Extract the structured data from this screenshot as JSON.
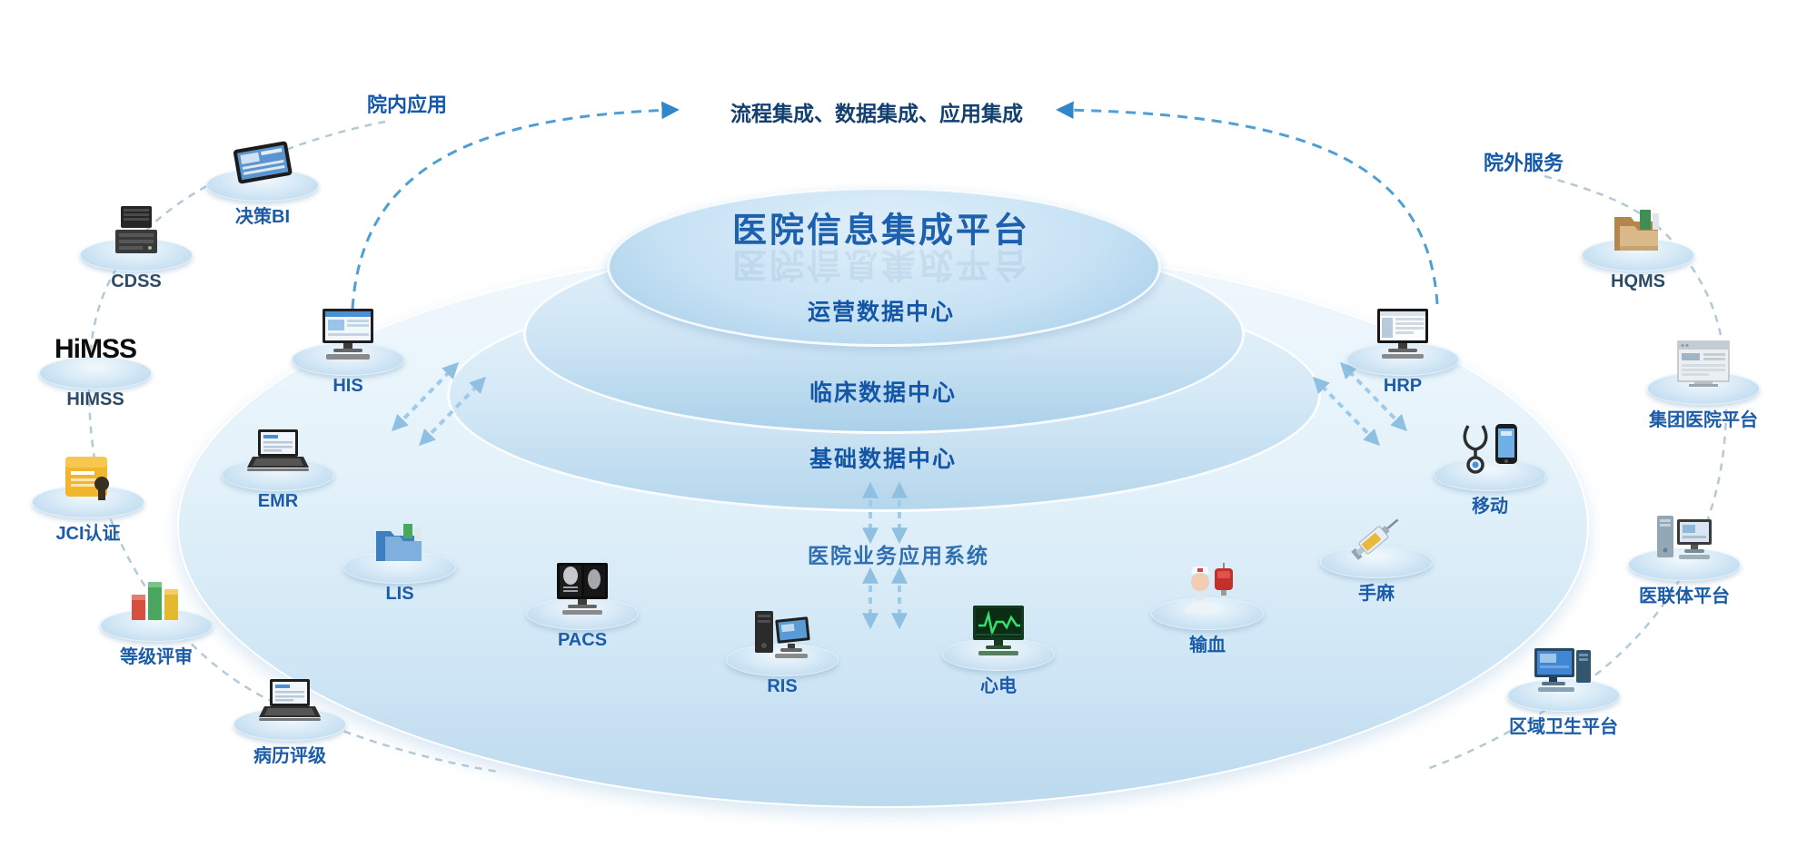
{
  "colors": {
    "accent_blue": "#1c5ba8",
    "dark_navy": "#133f70",
    "arc_blue": "#4d9fd6",
    "platform_fill": "#bcd9ee"
  },
  "title": "医院信息集成平台",
  "top_labels": {
    "inside_apps": "院内应用",
    "integration": "流程集成、数据集成、应用集成",
    "outside_services": "院外服务"
  },
  "platform": {
    "layers": [
      {
        "label": "运营数据中心"
      },
      {
        "label": "临床数据中心"
      },
      {
        "label": "基础数据中心"
      }
    ],
    "apps_label": "医院业务应用系统"
  },
  "left_items": [
    {
      "label": "决策BI",
      "icon": "tablet-icon"
    },
    {
      "label": "CDSS",
      "icon": "server-icon"
    },
    {
      "label": "HIMSS",
      "icon": "himss-logo",
      "logo_text": "HiMSS"
    },
    {
      "label": "JCI认证",
      "icon": "certificate-icon"
    },
    {
      "label": "等级评审",
      "icon": "bar-chart-icon"
    },
    {
      "label": "病历评级",
      "icon": "laptop-icon"
    }
  ],
  "ring_items": [
    {
      "label": "HIS",
      "icon": "desktop-computer-icon"
    },
    {
      "label": "EMR",
      "icon": "laptop-icon"
    },
    {
      "label": "LIS",
      "icon": "folders-icon"
    },
    {
      "label": "PACS",
      "icon": "xray-monitor-icon"
    },
    {
      "label": "RIS",
      "icon": "workstation-icon"
    },
    {
      "label": "心电",
      "icon": "ecg-monitor-icon"
    },
    {
      "label": "输血",
      "icon": "nurse-blood-bag-icon"
    },
    {
      "label": "手麻",
      "icon": "syringe-icon"
    },
    {
      "label": "移动",
      "icon": "phone-stethoscope-icon"
    },
    {
      "label": "HRP",
      "icon": "report-monitor-icon"
    }
  ],
  "right_items": [
    {
      "label": "HQMS",
      "icon": "archive-folders-icon"
    },
    {
      "label": "集团医院平台",
      "icon": "web-portal-icon"
    },
    {
      "label": "医联体平台",
      "icon": "pc-tower-icon"
    },
    {
      "label": "区域卫生平台",
      "icon": "blue-computer-icon"
    }
  ]
}
